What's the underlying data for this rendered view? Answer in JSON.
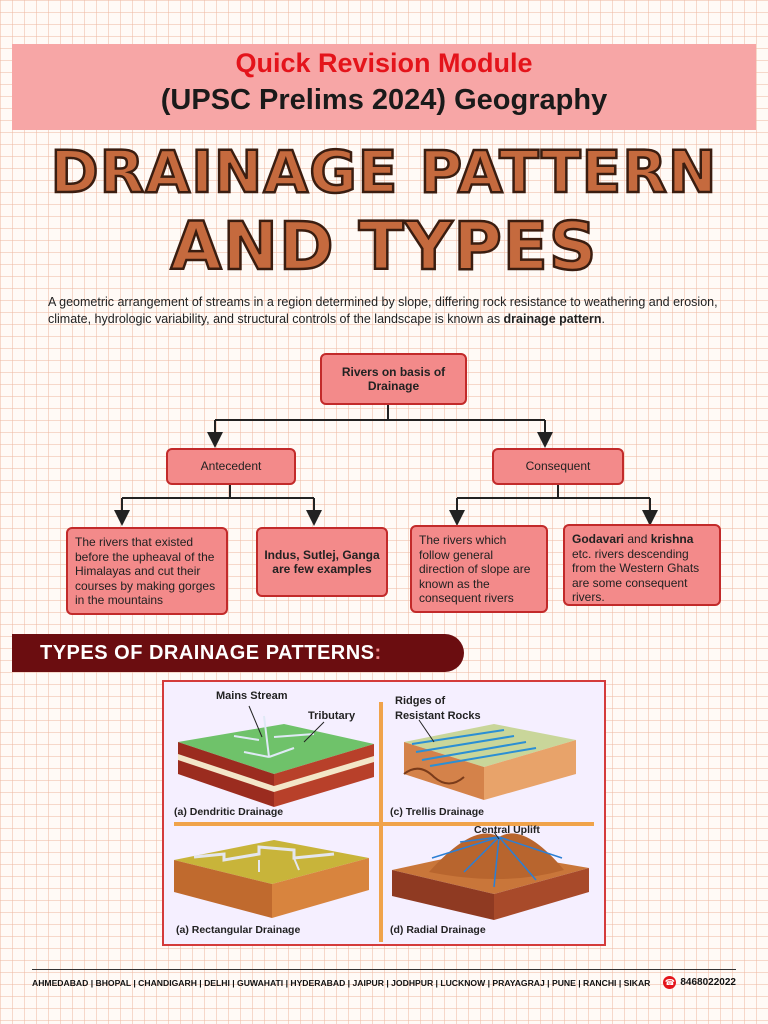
{
  "header": {
    "line1": "Quick Revision Module",
    "line2": "(UPSC Prelims 2024) Geography"
  },
  "title": {
    "line1": "DRAINAGE PATTERN",
    "line2": "AND TYPES"
  },
  "intro": {
    "text": "A geometric arrangement of streams in a region determined by slope, differing rock resistance to weathering and erosion, climate, hydrologic variability, and structural controls of the landscape is known as ",
    "bold": "drainage pattern",
    "end": "."
  },
  "tree": {
    "root": "Rivers on basis of Drainage",
    "left": "Antecedent",
    "right": "Consequent",
    "ll": "The rivers that existed before the upheaval of the Himalayas and cut their courses by making gorges in the mountains",
    "lr": "Indus, Sutlej, Ganga are few examples",
    "rl": "The rivers which follow general direction of slope are known as the consequent rivers",
    "rr_b1": "Godavari",
    "rr_and": " and ",
    "rr_b2": "krishna",
    "rr_rest": " etc. rivers descending from the Western Ghats are some consequent rivers."
  },
  "section": {
    "title": "TYPES OF DRAINAGE PATTERNS",
    "colon": ":"
  },
  "figure": {
    "mains_stream": "Mains Stream",
    "tributary": "Tributary",
    "ridges": "Ridges of Resistant Rocks",
    "central_uplift": "Central Uplift",
    "dendritic": "(a) Dendritic Drainage",
    "trellis": "(c) Trellis Drainage",
    "rectangular": "(a) Rectangular Drainage",
    "radial": "(d) Radial Drainage"
  },
  "footer": {
    "cities": "AHMEDABAD | BHOPAL | CHANDIGARH | DELHI | GUWAHATI | HYDERABAD | JAIPUR | JODHPUR | LUCKNOW | PRAYAGRAJ | PUNE | RANCHI | SIKAR",
    "phone": "8468022022",
    "phone_icon": "phone-icon"
  },
  "colors": {
    "accent_red": "#e4141b",
    "box_fill": "#f38a8a",
    "title_fill": "#c56a3e",
    "ribbon": "#6b0d10"
  }
}
